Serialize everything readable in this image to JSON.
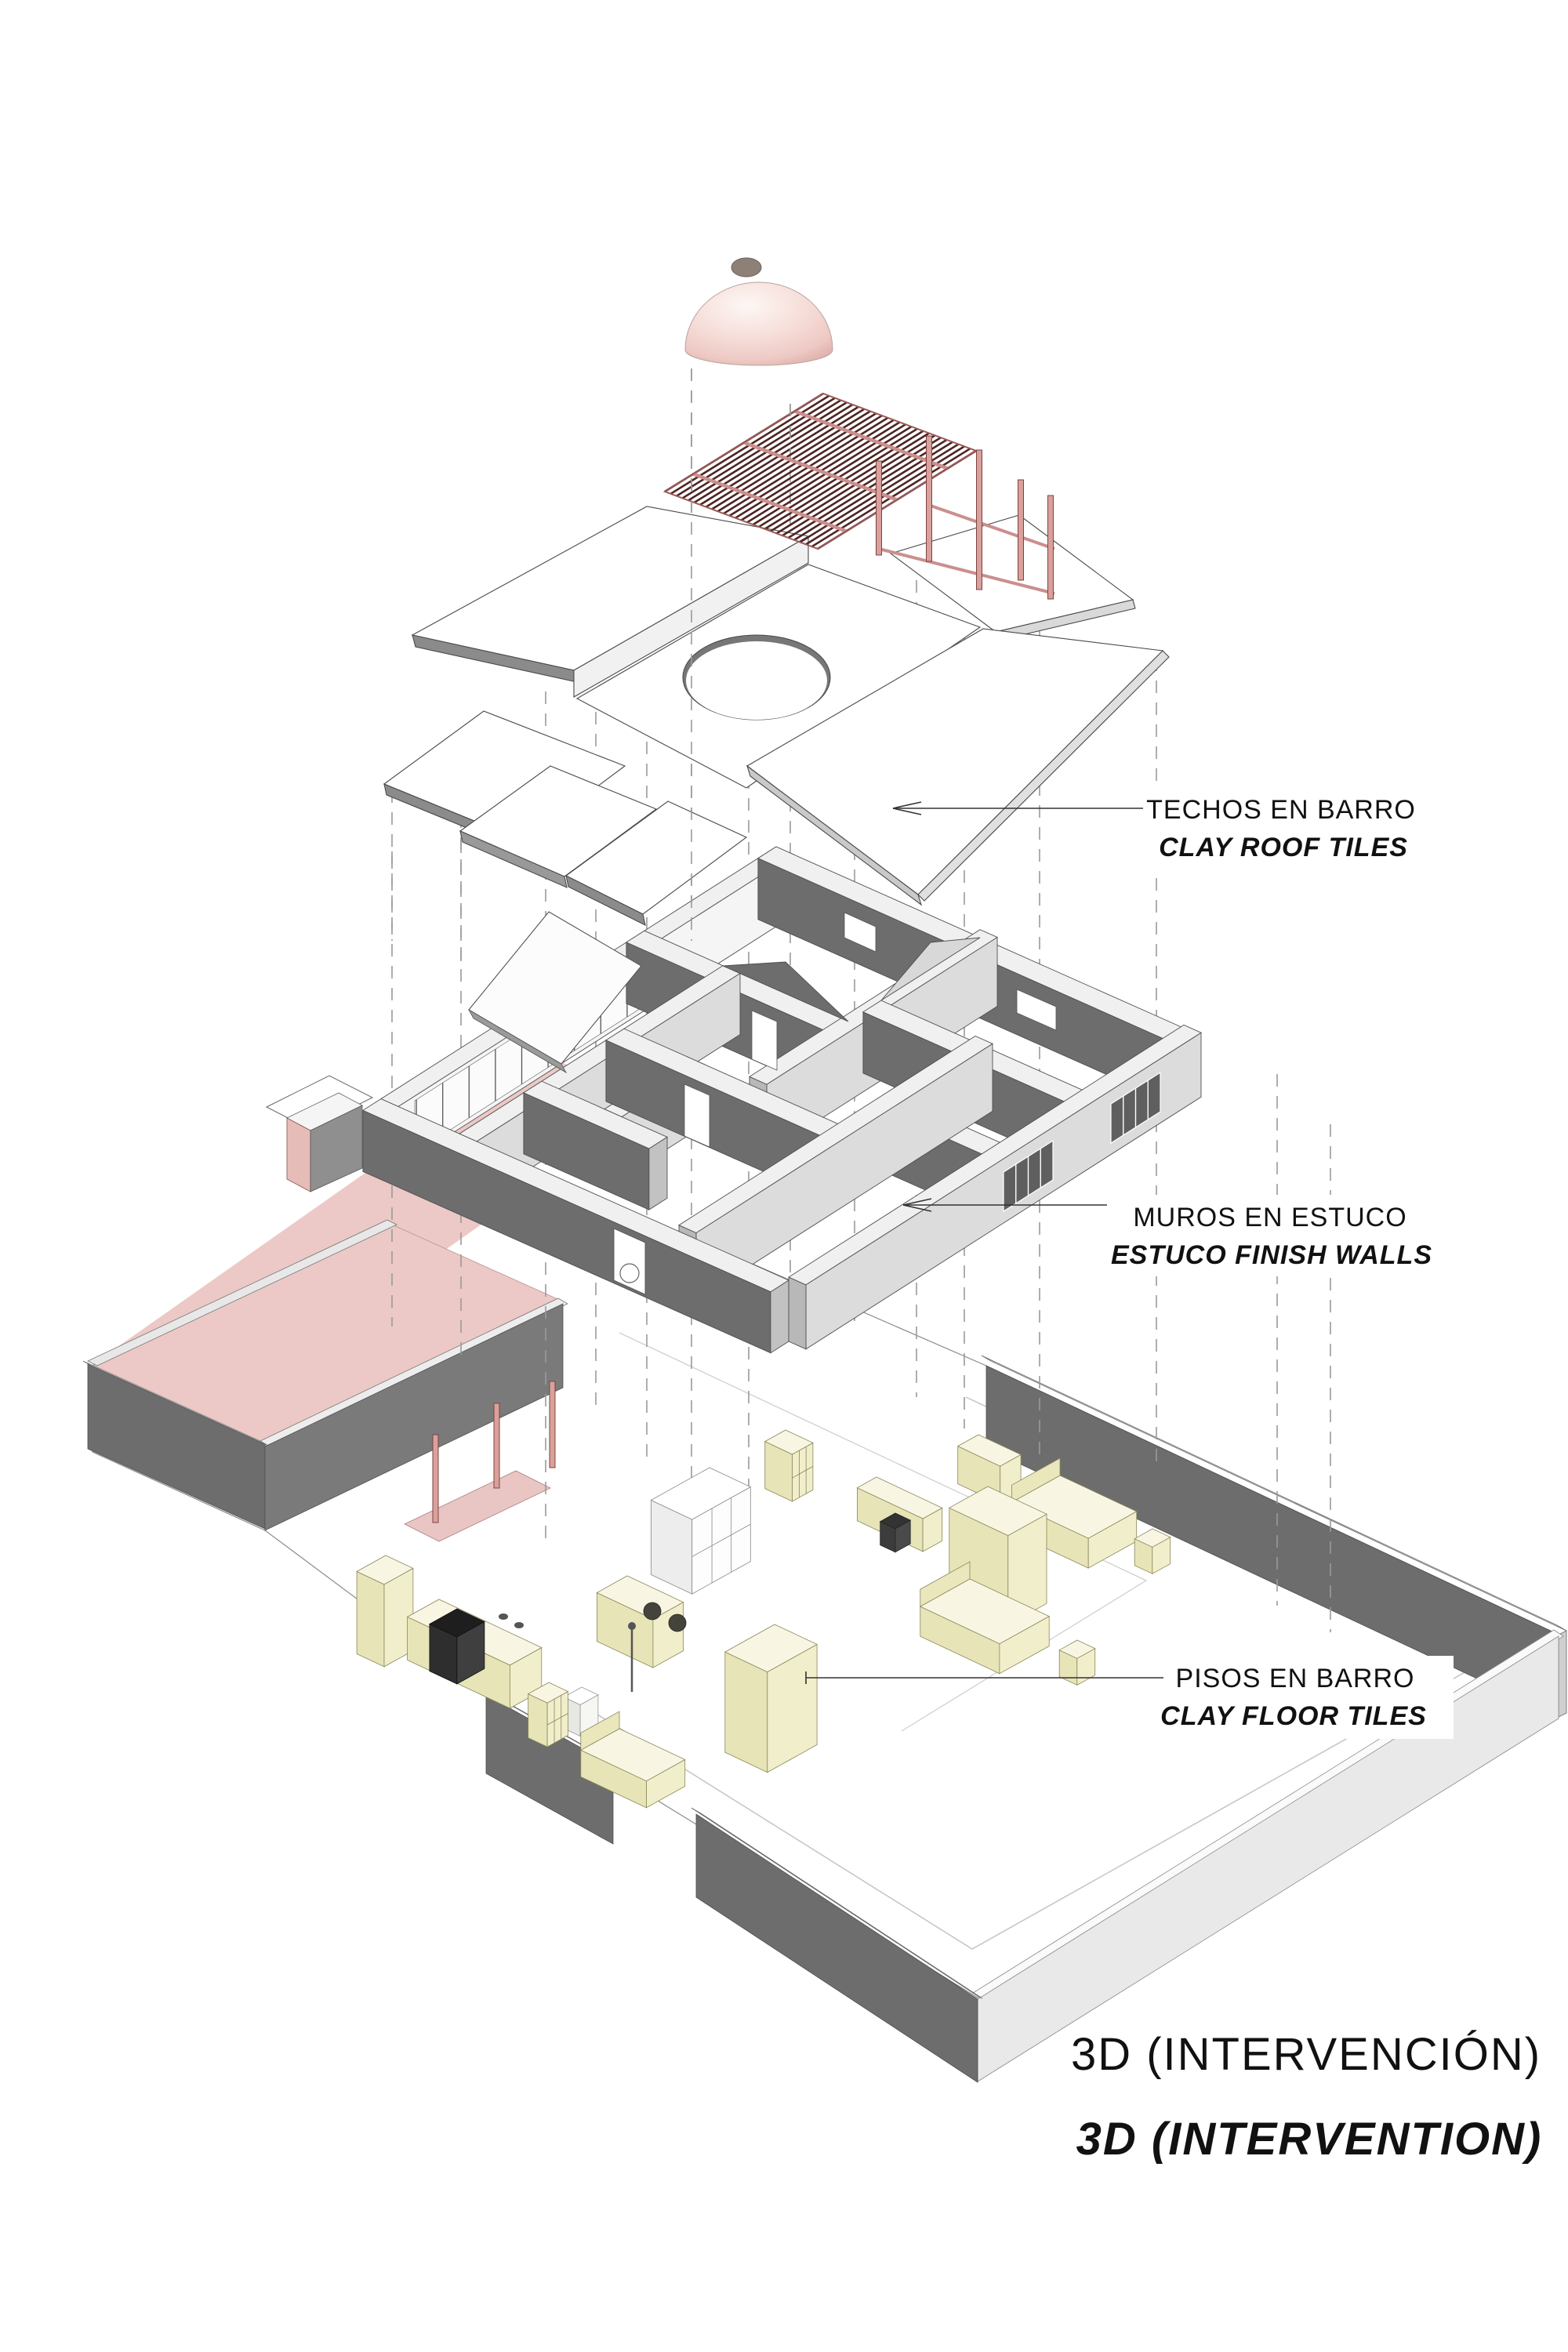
{
  "diagram": {
    "type": "exploded-axonometric-architecture-drawing",
    "annotations": [
      {
        "id": "roof-tiles",
        "es": "TECHOS EN BARRO",
        "en": "CLAY ROOF TILES"
      },
      {
        "id": "stucco-walls",
        "es": "MUROS EN ESTUCO",
        "en": "ESTUCO FINISH WALLS"
      },
      {
        "id": "floor-tiles",
        "es": "PISOS EN BARRO",
        "en": "CLAY FLOOR TILES"
      }
    ],
    "title": {
      "es": "3D (INTERVENCIÓN)",
      "en": "3D (INTERVENTION)"
    },
    "layers": [
      "dome",
      "pergola",
      "roof-slabs",
      "stucco-walls",
      "furnished-floor-plan"
    ],
    "colors": {
      "dome_pink": "#F3D8D3",
      "pergola_slats": "#4C2523",
      "pergola_structure": "#CB8F8D",
      "wall_dark": "#6D6D6D",
      "wall_light": "#DCDCDC",
      "wall_top": "#F0F0F0",
      "floor_pink": "#ECC9C6",
      "furniture_cream": "#F1EECB",
      "line": "#4F4F4F",
      "text": "#111111",
      "background": "#FFFFFF"
    }
  }
}
